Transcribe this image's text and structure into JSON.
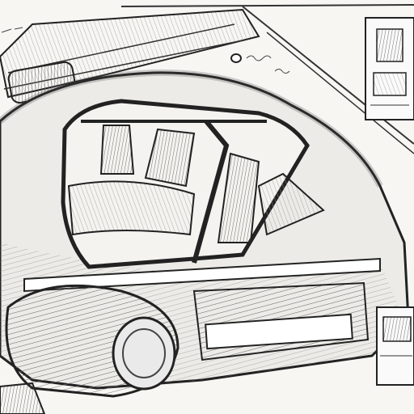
{
  "drawing": {
    "subject": "car-cutaway-sketch",
    "medium": "pencil-sketch",
    "paper_color": "#f7f6f3",
    "ink_color": "#2b2b2b",
    "shade_color": "#8a8a8a",
    "insets": [
      "detail-panel-top-right",
      "detail-panel-bottom-right",
      "detail-panel-bottom-left"
    ]
  }
}
